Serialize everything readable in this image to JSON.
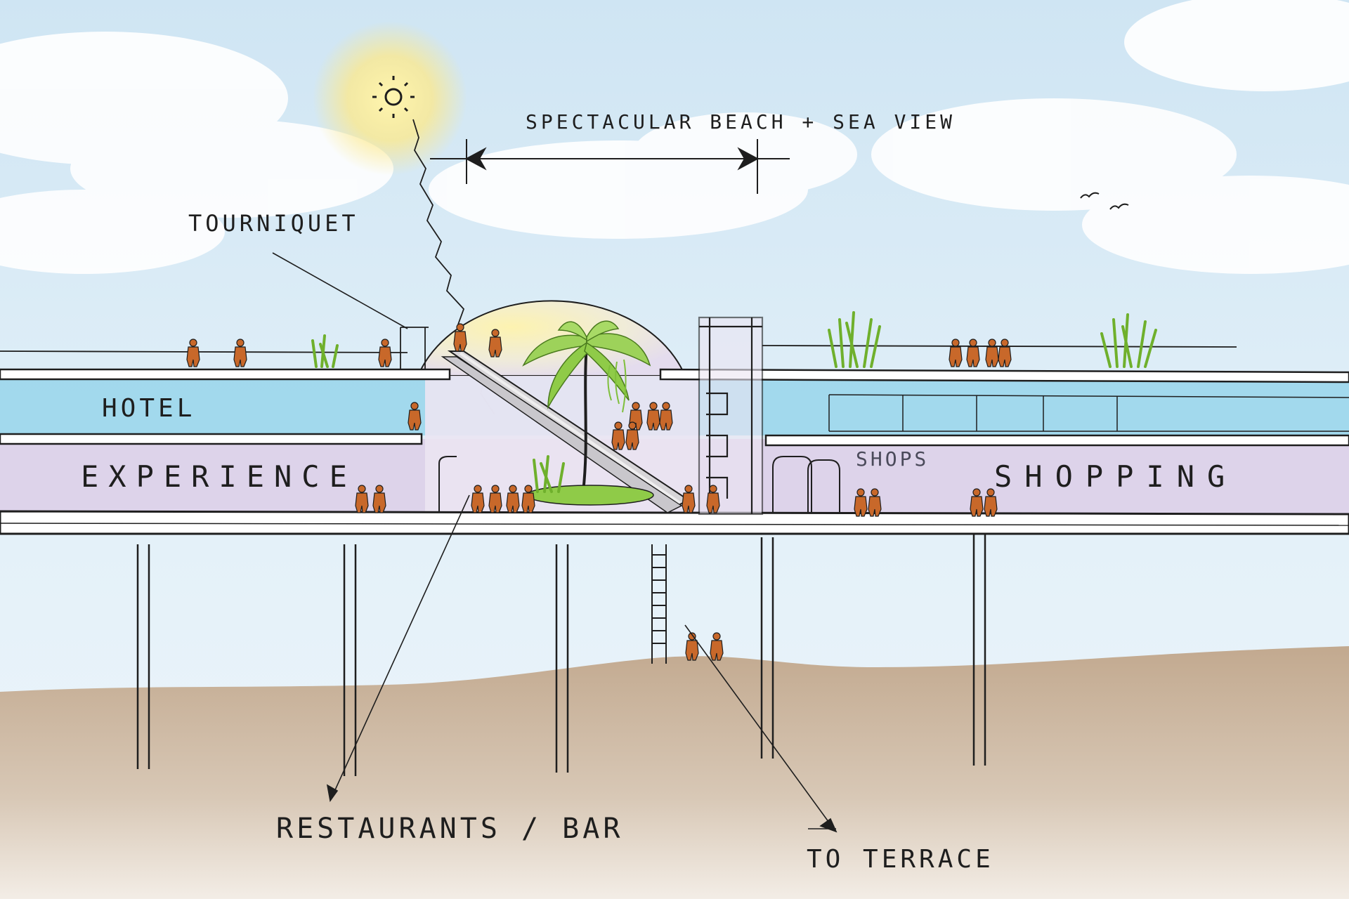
{
  "labels": {
    "view": "SPECTACULAR BEACH + SEA VIEW",
    "tourniquet": "TOURNIQUET",
    "hotel": "HOTEL",
    "experience": "EXPERIENCE",
    "shops": "SHOPS",
    "shopping": "SHOPPING",
    "restaurants": "RESTAURANTS / BAR",
    "terrace": "TO TERRACE"
  },
  "colors": {
    "sky": "#dcecf6",
    "sand": "#c4ad95",
    "hotel_band": "#9ed7ec",
    "experience_band": "#ddd3ea",
    "greenery": "#84c53c",
    "people": "#c8682a",
    "ink": "#1e1e1e",
    "sun": "#fff3a8"
  },
  "icons": [
    "sun-icon",
    "palm-tree-icon",
    "bird-icon",
    "person-icon",
    "grass-tuft-icon",
    "escalator-icon"
  ]
}
